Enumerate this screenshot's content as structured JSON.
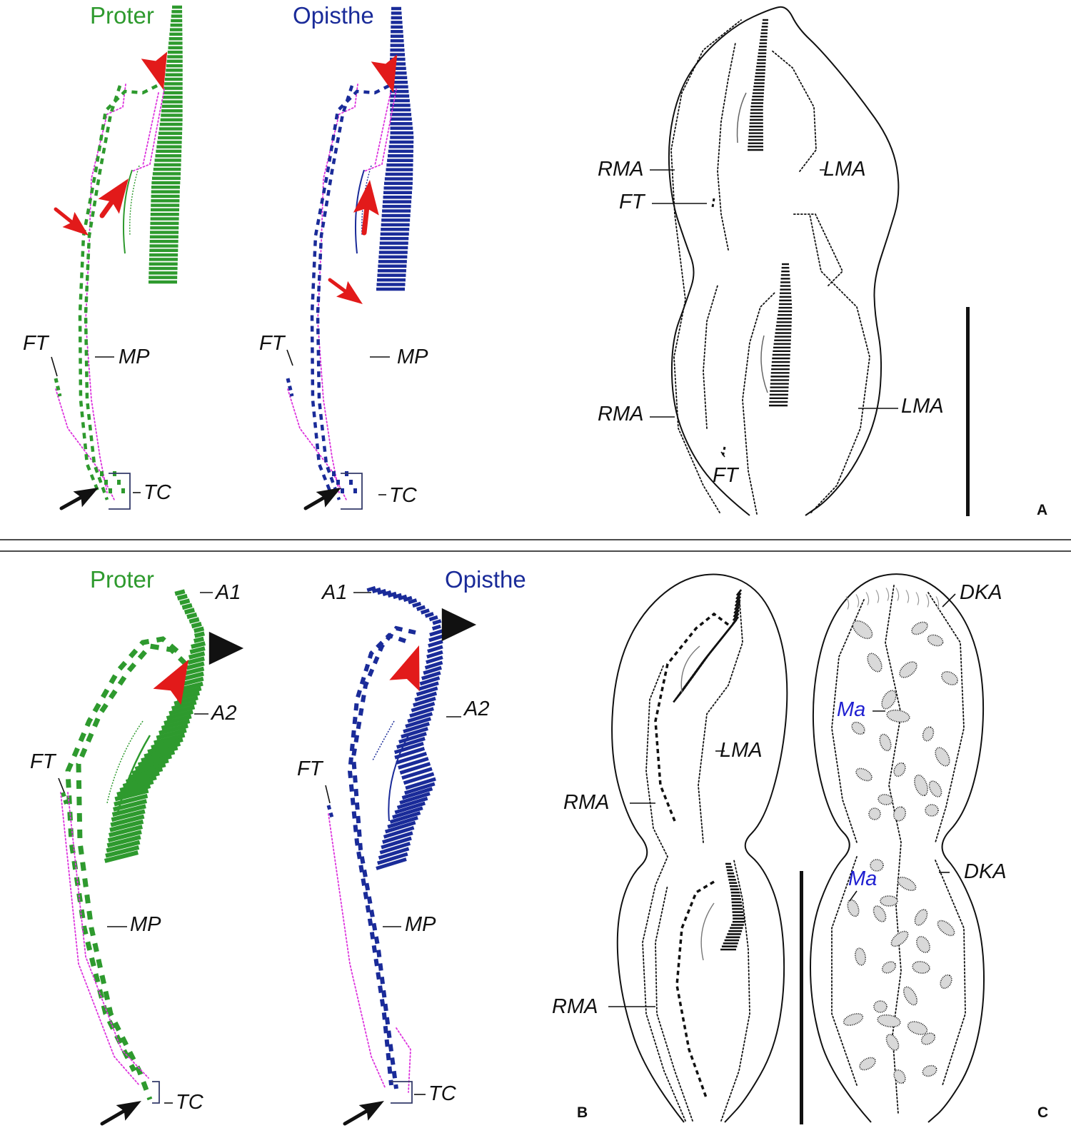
{
  "colors": {
    "proter": "#2e9a2e",
    "opisthe": "#1a2b99",
    "pink_guide": "#dd33dd",
    "red_arrow": "#e21a1a",
    "black": "#111111",
    "ma_label": "#1f1fd1"
  },
  "icons": [
    "red-arrowhead-icon",
    "red-arrow-icon",
    "black-arrow-icon",
    "black-triangle-icon"
  ],
  "titles": {
    "a_proter": "Proter",
    "a_opisthe": "Opisthe",
    "b_proter": "Proter",
    "b_opisthe": "Opisthe"
  },
  "labels": {
    "a_proter_ft": "FT",
    "a_proter_mp": "MP",
    "a_proter_tc": "TC",
    "a_opis_ft": "FT",
    "a_opis_mp": "MP",
    "a_opis_tc": "TC",
    "a_rma1": "RMA",
    "a_ft1": "FT",
    "a_lma1": "LMA",
    "a_rma2": "RMA",
    "a_lma2": "LMA",
    "a_ft2": "FT",
    "b_proter_a1": "A1",
    "b_proter_a2": "A2",
    "b_proter_ft": "FT",
    "b_proter_mp": "MP",
    "b_proter_tc": "TC",
    "b_opis_a1": "A1",
    "b_opis_a2": "A2",
    "b_opis_ft": "FT",
    "b_opis_mp": "MP",
    "b_opis_tc": "TC",
    "c_lma": "LMA",
    "c_rma1": "RMA",
    "c_rma2": "RMA",
    "c_dka1": "DKA",
    "c_dka2": "DKA",
    "c_ma1": "Ma",
    "c_ma2": "Ma"
  },
  "panels": {
    "a": "A",
    "b": "B",
    "c": "C"
  }
}
